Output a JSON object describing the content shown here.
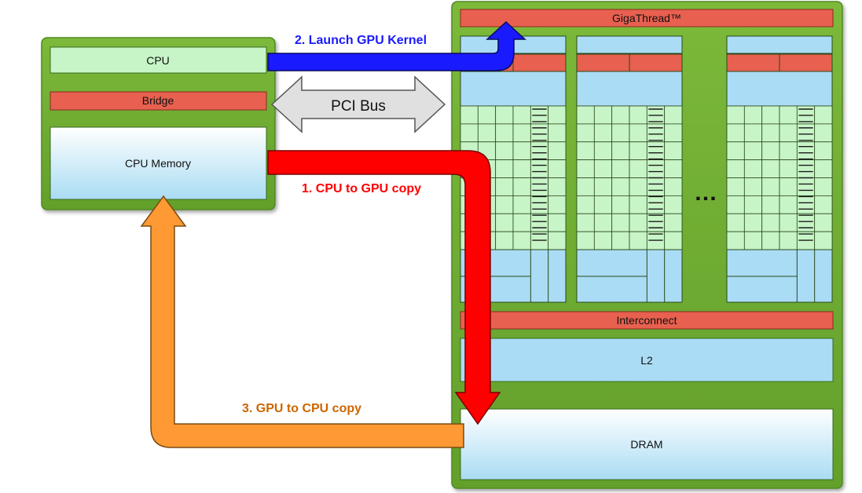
{
  "host": {
    "cpu_label": "CPU",
    "bridge_label": "Bridge",
    "memory_label": "CPU Memory"
  },
  "bus": {
    "label": "PCI Bus"
  },
  "gpu": {
    "gigathread_label": "GigaThread™",
    "interconnect_label": "Interconnect",
    "l2_label": "L2",
    "dram_label": "DRAM",
    "ellipsis": "…"
  },
  "arrows": {
    "copy_to_gpu": {
      "label": "1. CPU to GPU copy",
      "color": "#ff0000"
    },
    "launch_kernel": {
      "label": "2. Launch GPU Kernel",
      "color": "#1a1aff"
    },
    "copy_to_cpu": {
      "label": "3. GPU to CPU copy",
      "color": "#ff9933"
    }
  },
  "colors": {
    "green_panel": "#6ea832",
    "red_bar": "#e8604f",
    "light_green": "#c8f5c8",
    "light_blue": "#aadcf5"
  }
}
